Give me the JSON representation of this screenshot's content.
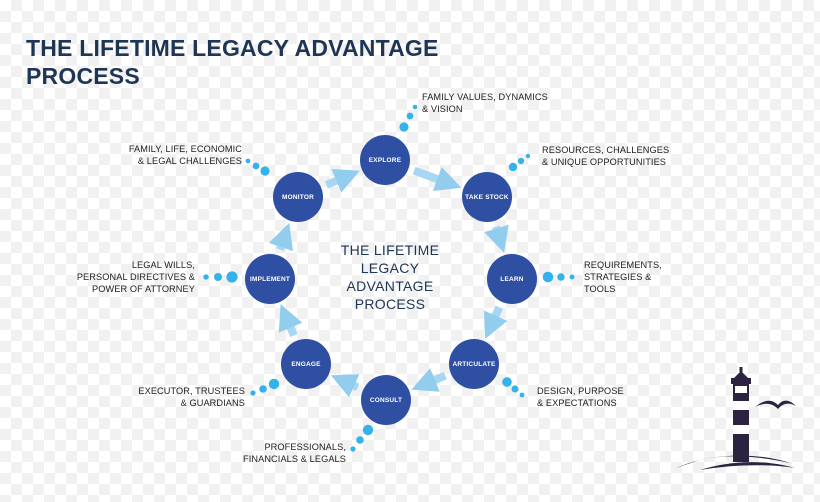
{
  "title": [
    "THE LIFETIME LEGACY ADVANTAGE",
    "PROCESS"
  ],
  "center": [
    "THE LIFETIME",
    "LEGACY",
    "ADVANTAGE",
    "PROCESS"
  ],
  "colors": {
    "title": "#1e3554",
    "node": "#2f4fa3",
    "arrow": "#a9d8f2",
    "dot": "#33b3ea"
  },
  "logo_icon": "lighthouse-icon",
  "steps": [
    {
      "id": "explore",
      "label": "EXPLORE",
      "annotation": [
        "FAMILY VALUES, DYNAMICS",
        "& VISION"
      ]
    },
    {
      "id": "take-stock",
      "label": "TAKE STOCK",
      "annotation": [
        "RESOURCES, CHALLENGES",
        "& UNIQUE OPPORTUNITIES"
      ]
    },
    {
      "id": "learn",
      "label": "LEARN",
      "annotation": [
        "REQUIREMENTS,",
        "STRATEGIES &",
        "TOOLS"
      ]
    },
    {
      "id": "articulate",
      "label": "ARTICULATE",
      "annotation": [
        "DESIGN, PURPOSE",
        "& EXPECTATIONS"
      ]
    },
    {
      "id": "consult",
      "label": "CONSULT",
      "annotation": [
        "PROFESSIONALS,",
        "FINANCIALS & LEGALS"
      ]
    },
    {
      "id": "engage",
      "label": "ENGAGE",
      "annotation": [
        "EXECUTOR, TRUSTEES",
        "& GUARDIANS"
      ]
    },
    {
      "id": "implement",
      "label": "IMPLEMENT",
      "annotation": [
        "LEGAL WILLS,",
        "PERSONAL DIRECTIVES &",
        "POWER OF ATTORNEY"
      ]
    },
    {
      "id": "monitor",
      "label": "MONITOR",
      "annotation": [
        "FAMILY, LIFE, ECONOMIC",
        "& LEGAL CHALLENGES"
      ]
    }
  ]
}
